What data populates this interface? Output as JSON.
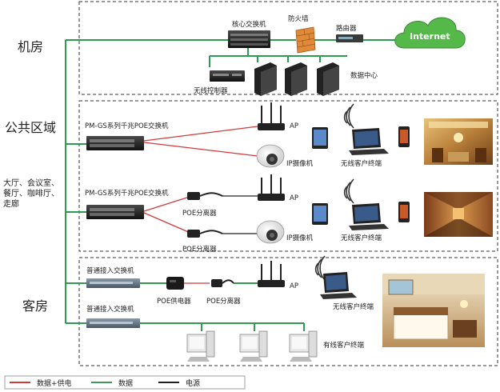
{
  "zones": {
    "server_room": "机房",
    "public_area": "公共区域",
    "public_area_sub": [
      "大厅、会议室、",
      "餐厅、咖啡厅、",
      "走廊"
    ],
    "guest_room": "客房"
  },
  "devices": {
    "core_switch": "核心交换机",
    "firewall": "防火墙",
    "router": "路由器",
    "internet": "Internet",
    "wireless_controller": "无线控制器",
    "data_center": "数据中心",
    "poe_switch_1": "PM-GS系列千兆POE交换机",
    "poe_switch_2": "PM-GS系列千兆POE交换机",
    "ap_1": "AP",
    "ap_2": "AP",
    "ap_3": "AP",
    "camera_1": "IP摄像机",
    "camera_2": "IP摄像机",
    "poe_splitter_1": "POE分离器",
    "poe_splitter_2": "POE分离器",
    "poe_splitter_3": "POE分离器",
    "poe_injector": "POE供电器",
    "wireless_client_1": "无线客户终端",
    "wireless_client_2": "无线客户终端",
    "wireless_client_3": "无线客户终端",
    "access_switch_1": "普通接入交换机",
    "access_switch_2": "普通接入交换机",
    "wired_client": "有线客户终端"
  },
  "legend": [
    {
      "label": "数据+供电",
      "color": "#d23a3a"
    },
    {
      "label": "数据",
      "color": "#3a9a5a"
    },
    {
      "label": "电源",
      "color": "#222222"
    }
  ],
  "colors": {
    "backbone": "#2f9a52",
    "poe_line": "#d23a3a",
    "power_line": "#222222",
    "cloud": "#55b94a",
    "dashed_border": "#333333"
  }
}
